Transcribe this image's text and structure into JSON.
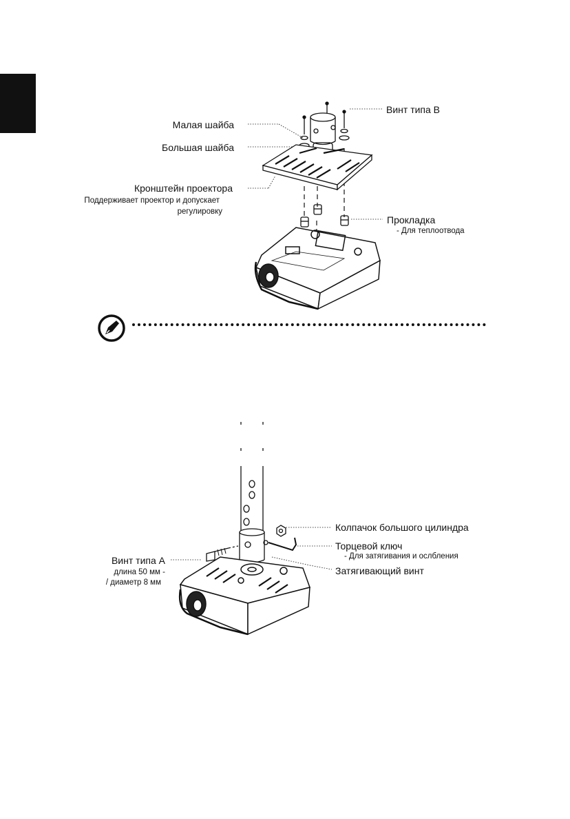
{
  "figure1": {
    "small_washer": "Малая шайба",
    "large_washer": "Большая шайба",
    "bracket_title": "Кронштейн проектора",
    "bracket_desc_1": "Поддерживает проектор и допускает",
    "bracket_desc_2": "регулировку",
    "screw_b": "Винт типа B",
    "spacer": "Прокладка",
    "spacer_desc": "- Для теплоотвода"
  },
  "figure2": {
    "cylinder_cap": "Колпачок большого цилиндра",
    "socket_wrench": "Торцевой ключ",
    "socket_wrench_desc": "- Для затягивания и ослбления",
    "tightening_screw": "Затягивающий винт",
    "screw_a": "Винт типа A",
    "screw_a_length": "длина 50 мм -",
    "screw_a_diameter": "/ диаметр 8 мм"
  },
  "icons": {
    "note": "note-pen-icon",
    "section_tab": "black-section-tab"
  },
  "colors": {
    "ink": "#111111",
    "background": "#ffffff"
  }
}
